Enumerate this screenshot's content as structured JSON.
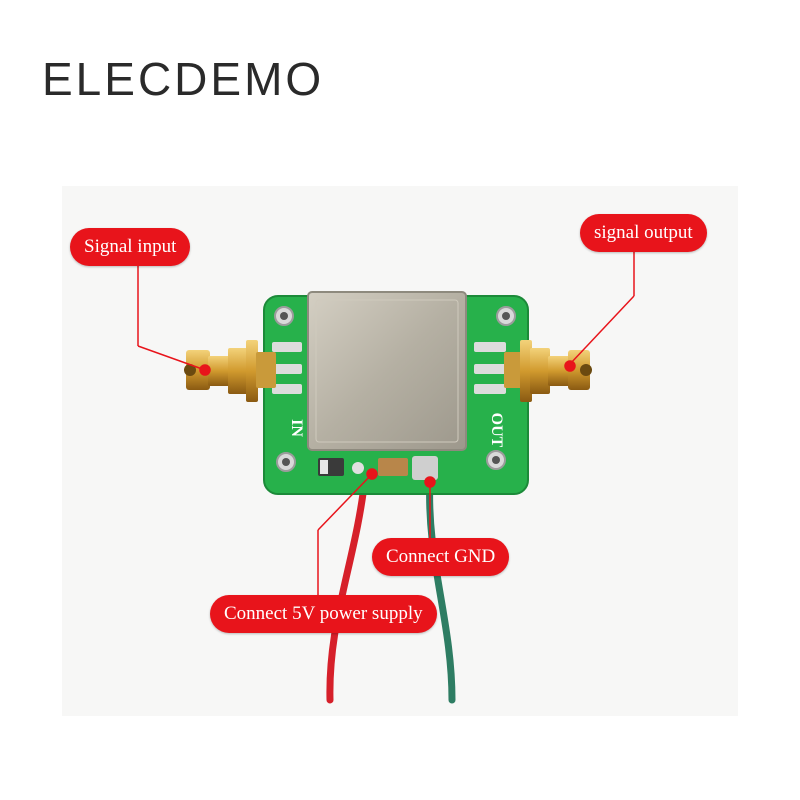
{
  "brand": {
    "name": "ELECDEMO"
  },
  "board": {
    "in_marking": "IN",
    "out_marking": "OUT"
  },
  "callouts": {
    "signal_input": "Signal input",
    "signal_output": "signal output",
    "connect_gnd": "Connect GND",
    "connect_5v": "Connect 5V power supply"
  },
  "colors": {
    "callout_red": "#e8141b",
    "pcb_green": "#27b14b",
    "shield_silver": "#b7b2a5",
    "sma_gold": "#d8a640",
    "wire_red": "#d6202a",
    "wire_green": "#2e7d63"
  }
}
